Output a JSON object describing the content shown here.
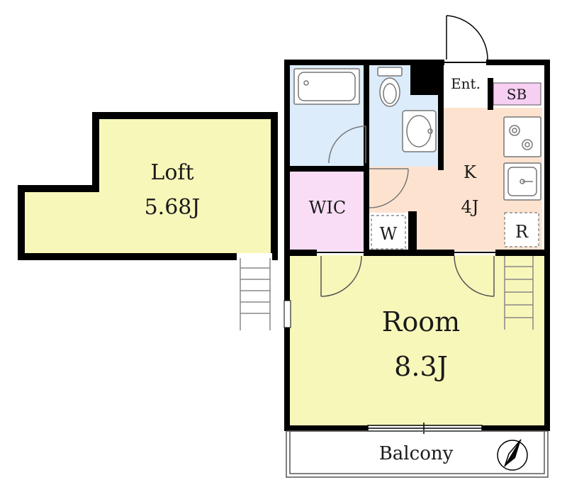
{
  "rooms": {
    "loft": {
      "name": "Loft",
      "size": "5.68J"
    },
    "room": {
      "name": "Room",
      "size": "8.3J"
    },
    "kitchen": {
      "name": "K",
      "size": "4J"
    },
    "wic": {
      "name": "WIC"
    },
    "entrance": {
      "name": "Ent."
    },
    "shoe_box": {
      "name": "SB"
    },
    "washer": {
      "name": "W"
    },
    "fridge": {
      "name": "R"
    },
    "balcony": {
      "name": "Balcony"
    }
  },
  "colors": {
    "wall": "#000000",
    "room_fill": "#f7f7ba",
    "kitchen_fill": "#fde3cf",
    "wic_fill": "#f9ddf6",
    "bath_fill": "#dcecfb",
    "sb_fill": "#f7cff3",
    "fixture_line": "#777777"
  },
  "icons": [
    "bathtub-icon",
    "toilet-icon",
    "washbasin-icon",
    "gas-stove-icon",
    "kitchen-sink-icon",
    "compass-icon",
    "door-swing-icon",
    "ladder-icon"
  ]
}
